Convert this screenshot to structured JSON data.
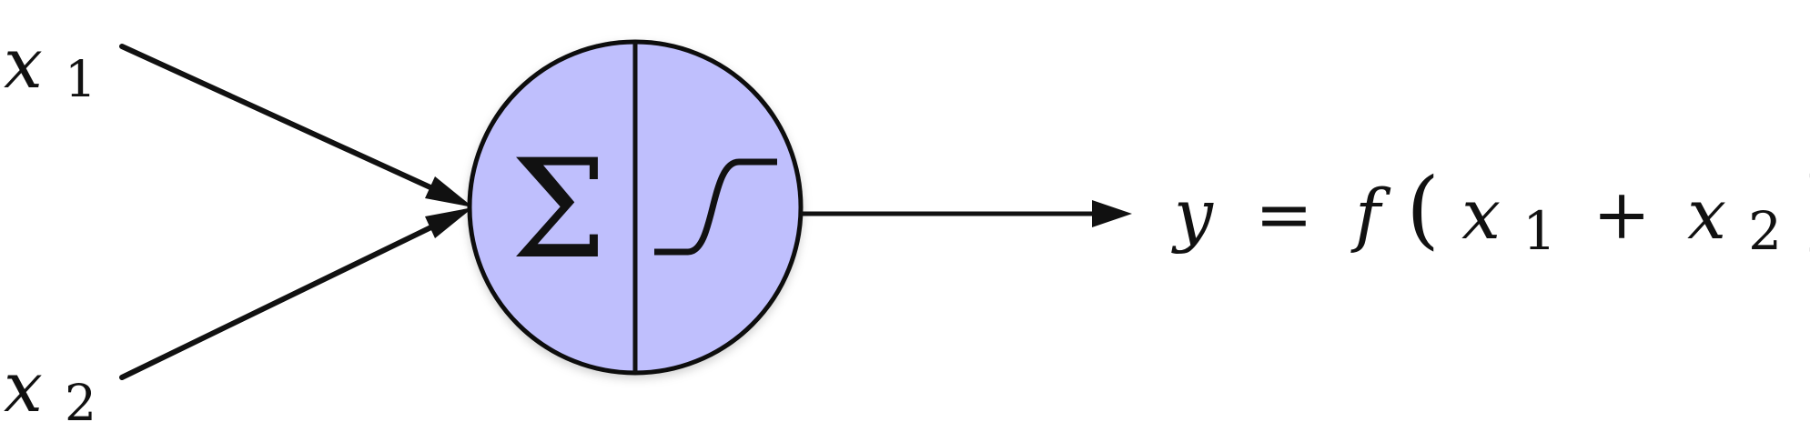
{
  "diagram": {
    "inputs": [
      {
        "var": "x",
        "sub": "1"
      },
      {
        "var": "x",
        "sub": "2"
      }
    ],
    "neuron": {
      "sum_symbol": "Σ",
      "activation_glyph": "sigmoid-step",
      "fill_color": "#bfbffd",
      "stroke_color": "#111111"
    },
    "output": {
      "lhs": "y",
      "eq": "=",
      "func": "f",
      "open_paren": "(",
      "term1_var": "x",
      "term1_sub": "1",
      "plus": "+",
      "term2_var": "x",
      "term2_sub": "2",
      "close_paren": ")"
    },
    "colors": {
      "line": "#111111",
      "text": "#111111",
      "background": "#ffffff"
    }
  }
}
